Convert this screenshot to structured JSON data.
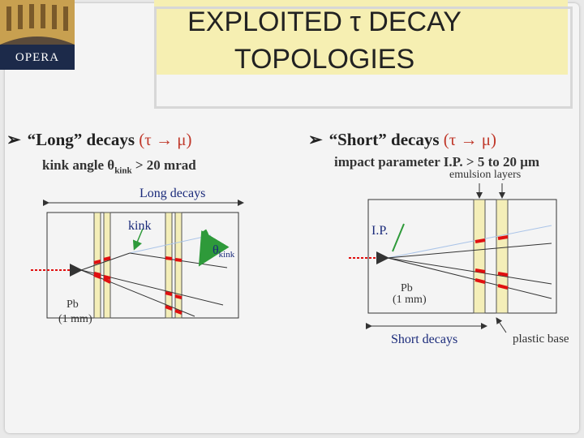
{
  "title": {
    "line1": "EXPLOITED τ DECAY",
    "line2": "TOPOLOGIES"
  },
  "logo": {
    "text": "OPERA"
  },
  "left": {
    "bullet": "“Long” decays",
    "bullet_formula": "(τ → μ)",
    "sub_prefix": "kink angle θ",
    "sub_subscript": "kink",
    "sub_suffix": " > 20 mrad",
    "diagram_title": "Long decays",
    "kink_label": "kink",
    "theta_label": "θ",
    "theta_subscript": "kink",
    "pb_label": "Pb",
    "thickness_label": "(1 mm)"
  },
  "right": {
    "bullet": "“Short” decays",
    "bullet_formula": "(τ → μ)",
    "sub": "impact parameter I.P. > 5 to 20 μm",
    "emulsion_label": "emulsion layers",
    "ip_label": "I.P.",
    "pb_label": "Pb",
    "thickness_label": "(1 mm)",
    "diagram_title": "Short decays",
    "plastic_label": "plastic base"
  },
  "colors": {
    "accent": "#f6efb2",
    "track_red": "#e01010",
    "label_blue": "#1a2a7a",
    "arrow_green": "#2e9a3a"
  }
}
